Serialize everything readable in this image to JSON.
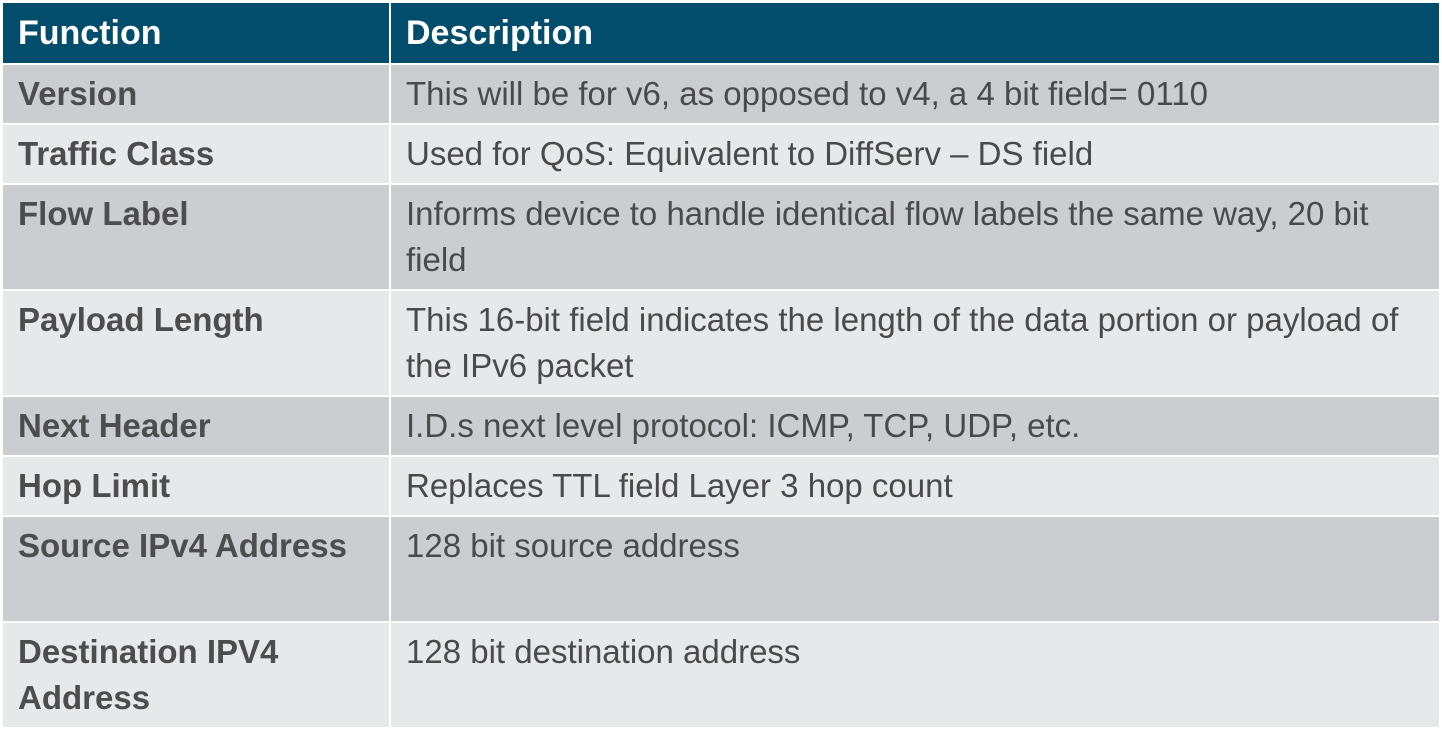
{
  "table": {
    "headers": [
      "Function",
      "Description"
    ],
    "rows": [
      {
        "function": "Version",
        "description": "This will be for v6, as opposed to v4, a 4 bit field= 0110"
      },
      {
        "function": "Traffic Class",
        "description": "Used for QoS: Equivalent to DiffServ – DS field"
      },
      {
        "function": "Flow Label",
        "description": "Informs device to handle identical flow labels the same way, 20 bit field"
      },
      {
        "function": "Payload Length",
        "description": "This 16-bit field indicates the length of the data portion or payload of the IPv6 packet"
      },
      {
        "function": "Next Header",
        "description": "I.D.s next level protocol: ICMP, TCP, UDP, etc."
      },
      {
        "function": "Hop Limit",
        "description": "Replaces TTL field Layer 3 hop count"
      },
      {
        "function": "Source IPv4 Address",
        "description": "128 bit source address"
      },
      {
        "function": "Destination IPV4 Address",
        "description": "128 bit destination address"
      }
    ]
  },
  "colors": {
    "header_bg": "#024d6b",
    "header_text": "#ffffff",
    "row_dark": "#cbcdd0",
    "row_light": "#e7e8ea",
    "body_text": "#4a4a4a"
  }
}
